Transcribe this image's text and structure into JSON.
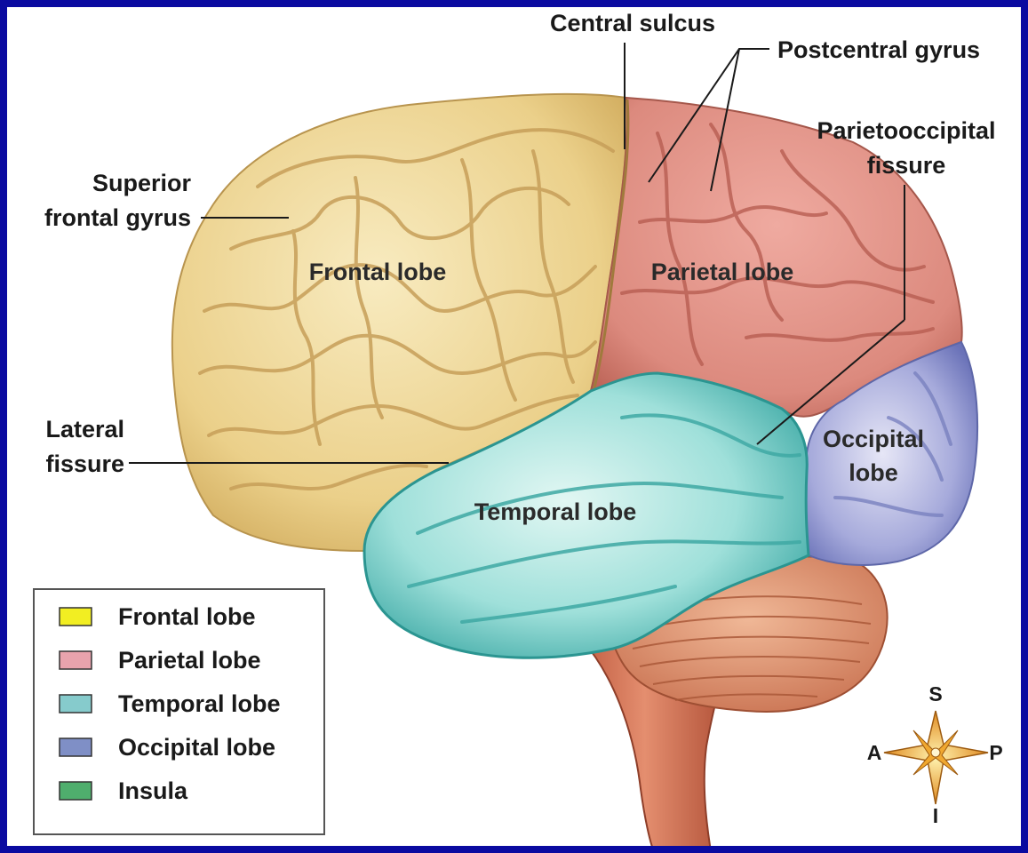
{
  "labels": {
    "central_sulcus": "Central sulcus",
    "postcentral_gyrus": "Postcentral gyrus",
    "parietooccipital_fissure_line1": "Parietooccipital",
    "parietooccipital_fissure_line2": "fissure",
    "superior_frontal_gyrus_line1": "Superior",
    "superior_frontal_gyrus_line2": "frontal gyrus",
    "lateral_fissure_line1": "Lateral",
    "lateral_fissure_line2": "fissure",
    "frontal_lobe": "Frontal lobe",
    "parietal_lobe": "Parietal lobe",
    "temporal_lobe": "Temporal lobe",
    "occipital_lobe_line1": "Occipital",
    "occipital_lobe_line2": "lobe"
  },
  "legend": {
    "items": [
      {
        "label": "Frontal lobe",
        "color": "#f2ee22"
      },
      {
        "label": "Parietal lobe",
        "color": "#e9a3ad"
      },
      {
        "label": "Temporal lobe",
        "color": "#86cbcc"
      },
      {
        "label": "Occipital lobe",
        "color": "#7f8fc6"
      },
      {
        "label": "Insula",
        "color": "#4fae6d"
      }
    ]
  },
  "compass": {
    "superior": "S",
    "inferior": "I",
    "anterior": "A",
    "posterior": "P"
  },
  "colors": {
    "background_border": "#0a0aa0",
    "frontal_lobe": "#ecd594",
    "parietal_lobe": "#d9837a",
    "temporal_lobe": "#7fd0cc",
    "occipital_lobe": "#9ea4d6",
    "cerebellum": "#d98a6a",
    "brainstem": "#c9674a"
  }
}
